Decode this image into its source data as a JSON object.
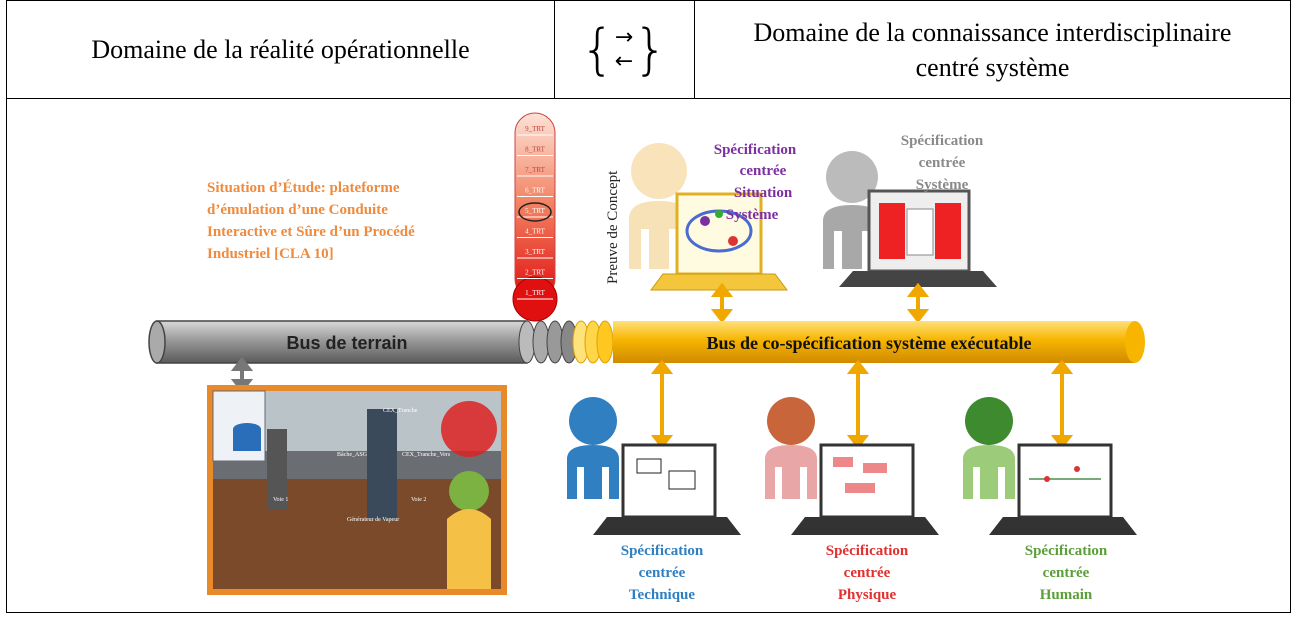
{
  "header": {
    "left": "Domaine de la réalité opérationnelle",
    "middle_top_arrow": "→",
    "middle_bottom_arrow": "←",
    "right_line1": "Domaine de la connaissance interdisciplinaire",
    "right_line2": "centré système"
  },
  "figure": {
    "situation": [
      "Situation d’Étude: plateforme",
      "d’émulation d’une Conduite",
      "Interactive et Sûre d’un Procédé",
      "Industriel [CLA 10]"
    ],
    "proof": "Preuve de Concept",
    "trl_labels": [
      "9_TRT",
      "8_TRT",
      "7_TRT",
      "6_TRT",
      "5_TRT",
      "4_TRT",
      "3_TRT",
      "2_TRT",
      "1_TRT"
    ],
    "bus_terrain": "Bus de terrain",
    "bus_cospec": "Bus de co-spécification système exécutable",
    "spec_situation": [
      "Spécification",
      "centrée",
      "Situation",
      "Système"
    ],
    "spec_systeme": [
      "Spécification",
      "centrée",
      "Système"
    ],
    "spec_technique": [
      "Spécification",
      "centrée",
      "Technique"
    ],
    "spec_physique": [
      "Spécification",
      "centrée",
      "Physique"
    ],
    "spec_humain": [
      "Spécification",
      "centrée",
      "Humain"
    ],
    "photo_labels": [
      "CEX_Tranche",
      "Bâche_ASG",
      "CEX_Tranche_Vers",
      "Voie 1",
      "Voie 2",
      "Générateur de Vapeur"
    ]
  },
  "colors": {
    "situation_text": "#f08a3c",
    "bus_yellow": "#f5b800",
    "bus_gray": "#8c8c8c",
    "technique": "#2f7fc1",
    "physique": "#e03030",
    "humain": "#5c9e3a",
    "situation_purple": "#7b2fa0",
    "systeme_gray": "#8a8a8a"
  }
}
